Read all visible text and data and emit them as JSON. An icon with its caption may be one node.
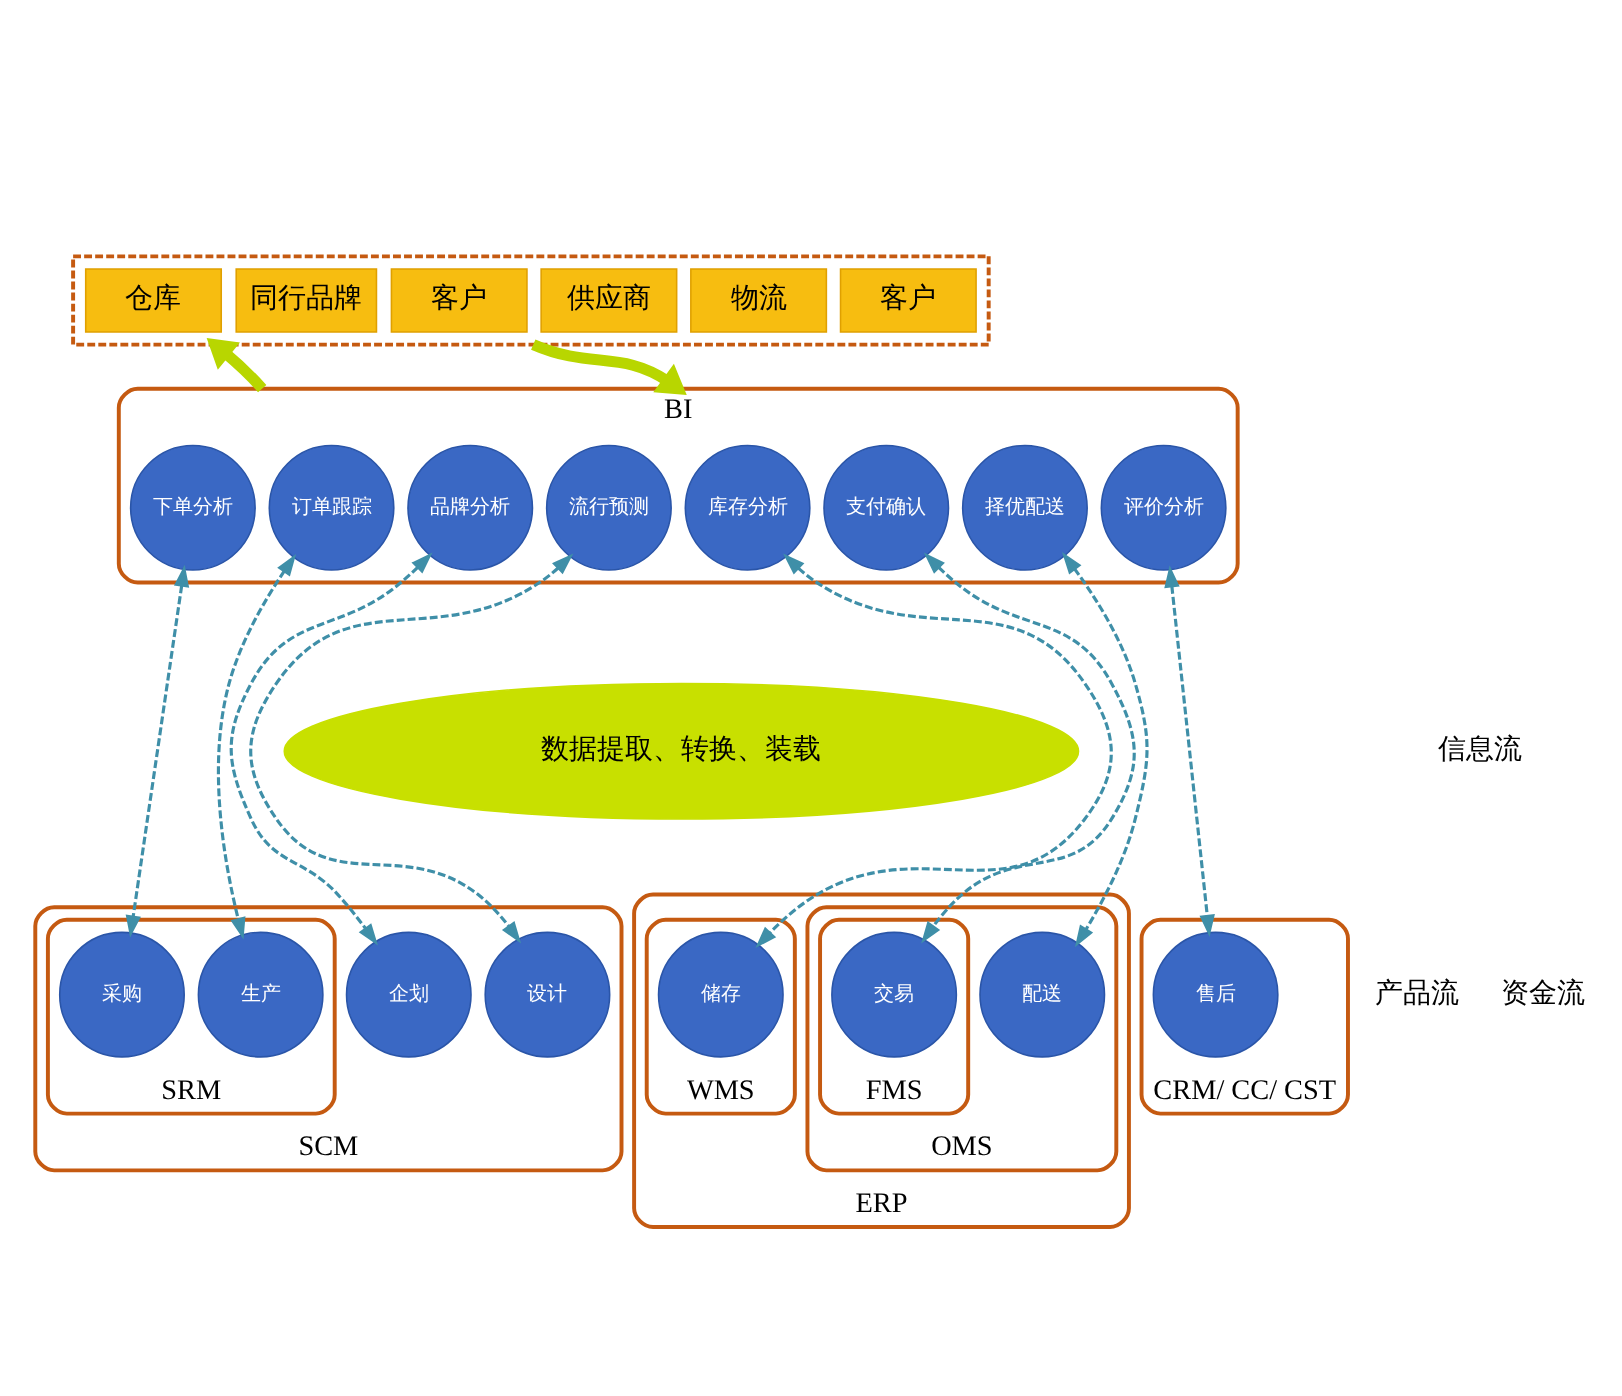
{
  "diagram": {
    "nodes": [
      {
        "text": [],
        "shape": "box"
      },
      {
        "text": [
          "同行品牌"
        ],
        "in": 0
      },
      {
        "text": [
          "供应商"
        ],
        "in": 0
      },
      {
        "text": [
          "仓库"
        ],
        "in": 0
      },
      {
        "text": [
          "客户"
        ],
        "in": 0
      },
      {
        "text": [
          "物流"
        ],
        "in": 0
      },
      {
        "text": [
          "客户"
        ],
        "in": 0
      },
      {
        "text": [
          "BI"
        ]
      },
      {
        "text": [
          "品牌分析"
        ],
        "in": 7
      },
      {
        "text": [
          "流行预测"
        ],
        "in": 7
      },
      {
        "text": [
          "下单分析"
        ],
        "in": 7
      },
      {
        "text": [
          "订单跟踪"
        ],
        "in": 7
      },
      {
        "text": [
          "库存分析"
        ],
        "in": 7
      },
      {
        "text": [
          "支付确认"
        ],
        "in": 7
      },
      {
        "text": [
          "择优配送"
        ],
        "in": 7
      },
      {
        "text": [
          "评价分析"
        ],
        "in": 7
      },
      {
        "text": [
          "数据提取、转换、装载"
        ]
      },
      {
        "text": [
          "SCM"
        ]
      },
      {
        "text": [
          "企划"
        ],
        "in": 17
      },
      {
        "text": [
          "设计"
        ],
        "in": 17
      },
      {
        "text": [
          "SRM"
        ],
        "in": 17
      },
      {
        "text": [
          "采购"
        ],
        "in": 20
      },
      {
        "text": [
          "生产"
        ],
        "in": 20
      },
      {
        "text": [
          "ERP"
        ]
      },
      {
        "text": [
          "WMS"
        ],
        "in": 23
      },
      {
        "text": [
          "储存"
        ],
        "in": 24
      },
      {
        "text": [
          "OMS"
        ],
        "in": 23
      },
      {
        "text": [
          "FMS"
        ],
        "in": 26
      },
      {
        "text": [
          "交易"
        ],
        "in": 27
      },
      {
        "text": [
          "配送"
        ],
        "in": 26
      },
      {
        "text": [
          "CRM/ CC/ CST"
        ]
      },
      {
        "text": [
          "售后"
        ],
        "in": 30
      }
    ],
    "edges": [
      {
        "from": 7,
        "to": 0,
        "arrow": "to",
        "style": "thick",
        "color": "#b8d600"
      },
      {
        "from": 0,
        "to": 7,
        "arrow": "to",
        "style": "thick",
        "color": "#b8d600"
      },
      {
        "from": 8,
        "to": 18,
        "arrow": "both",
        "style": "dashed"
      },
      {
        "from": 9,
        "to": 19,
        "arrow": "both",
        "style": "dashed"
      },
      {
        "from": 10,
        "to": 21,
        "arrow": "both",
        "style": "dashed"
      },
      {
        "from": 11,
        "to": 22,
        "arrow": "both",
        "style": "dashed"
      },
      {
        "from": 12,
        "to": 25,
        "arrow": "both",
        "style": "dashed"
      },
      {
        "from": 13,
        "to": 28,
        "arrow": "both",
        "style": "dashed"
      },
      {
        "from": 14,
        "to": 29,
        "arrow": "both",
        "style": "dashed"
      },
      {
        "from": 15,
        "to": 31,
        "arrow": "both",
        "style": "dashed"
      }
    ],
    "labels": [
      "信息流",
      "产品流",
      "资金流"
    ]
  }
}
